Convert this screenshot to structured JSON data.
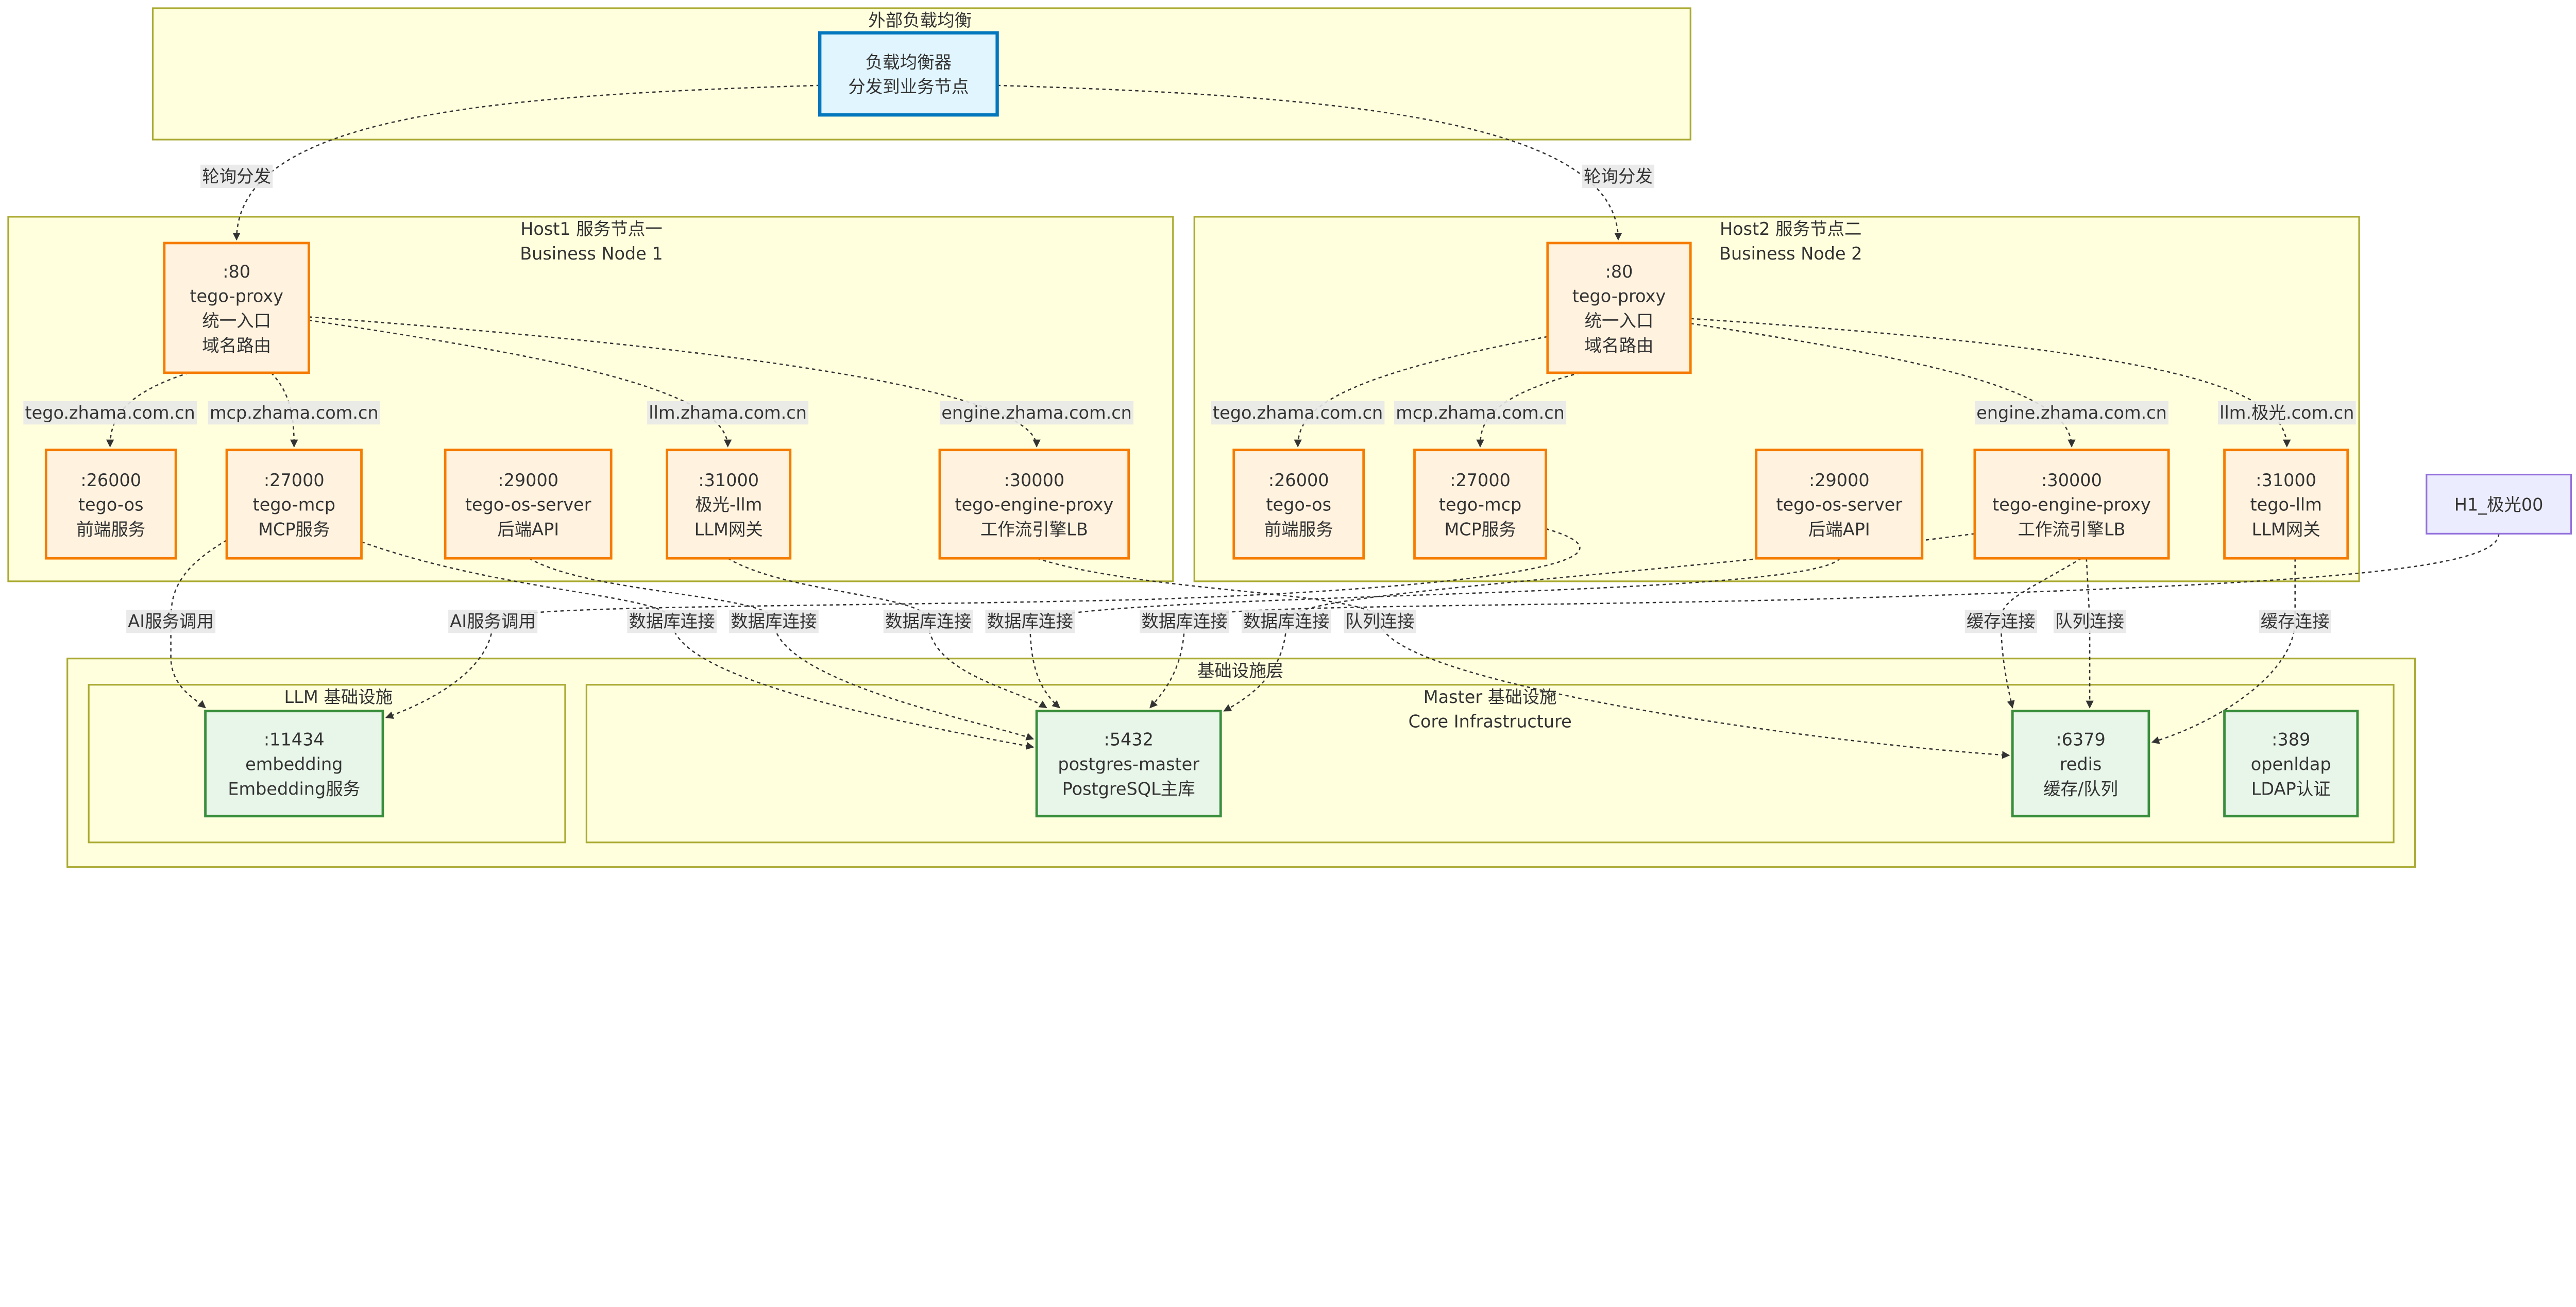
{
  "colors": {
    "cluster_fill": "#ffffde",
    "cluster_stroke": "#aaaa33",
    "lb_fill": "#e1f5fe",
    "lb_stroke": "#0277bd",
    "service_fill": "#fff3e0",
    "service_stroke": "#f57c00",
    "infra_fill": "#e8f5e9",
    "infra_stroke": "#388e3c",
    "plain_fill": "#ececff",
    "plain_stroke": "#9370db",
    "edge_label_bg": "#e8e8e8"
  },
  "clusters": {
    "external_lb": {
      "title": "外部负载均衡"
    },
    "host1": {
      "title": "Host1 服务节点一",
      "subtitle": "Business Node 1"
    },
    "host2": {
      "title": "Host2 服务节点二",
      "subtitle": "Business Node 2"
    },
    "infra": {
      "title": "基础设施层"
    },
    "llm_infra": {
      "title": "LLM 基础设施"
    },
    "master_infra": {
      "title": "Master 基础设施",
      "subtitle": "Core Infrastructure"
    }
  },
  "nodes": [
    {
      "id": "lb",
      "style": "lb",
      "lines": [
        "负载均衡器",
        "分发到业务节点"
      ]
    },
    {
      "id": "h1_proxy",
      "style": "service",
      "lines": [
        ":80",
        "tego-proxy",
        "统一入口",
        "域名路由"
      ]
    },
    {
      "id": "h1_os",
      "style": "service",
      "lines": [
        ":26000",
        "tego-os",
        "前端服务"
      ]
    },
    {
      "id": "h1_mcp",
      "style": "service",
      "lines": [
        ":27000",
        "tego-mcp",
        "MCP服务"
      ]
    },
    {
      "id": "h1_server",
      "style": "service",
      "lines": [
        ":29000",
        "tego-os-server",
        "后端API"
      ]
    },
    {
      "id": "h1_llm",
      "style": "service",
      "lines": [
        ":31000",
        "极光-llm",
        "LLM网关"
      ]
    },
    {
      "id": "h1_engine",
      "style": "service",
      "lines": [
        ":30000",
        "tego-engine-proxy",
        "工作流引擎LB"
      ]
    },
    {
      "id": "h2_proxy",
      "style": "service",
      "lines": [
        ":80",
        "tego-proxy",
        "统一入口",
        "域名路由"
      ]
    },
    {
      "id": "h2_os",
      "style": "service",
      "lines": [
        ":26000",
        "tego-os",
        "前端服务"
      ]
    },
    {
      "id": "h2_mcp",
      "style": "service",
      "lines": [
        ":27000",
        "tego-mcp",
        "MCP服务"
      ]
    },
    {
      "id": "h2_server",
      "style": "service",
      "lines": [
        ":29000",
        "tego-os-server",
        "后端API"
      ]
    },
    {
      "id": "h2_engine",
      "style": "service",
      "lines": [
        ":30000",
        "tego-engine-proxy",
        "工作流引擎LB"
      ]
    },
    {
      "id": "h2_llm",
      "style": "service",
      "lines": [
        ":31000",
        "tego-llm",
        "LLM网关"
      ]
    },
    {
      "id": "h1_jiguang",
      "style": "plain",
      "lines": [
        "H1_极光00"
      ]
    },
    {
      "id": "embedding",
      "style": "infra",
      "lines": [
        ":11434",
        "embedding",
        "Embedding服务"
      ]
    },
    {
      "id": "postgres",
      "style": "infra",
      "lines": [
        ":5432",
        "postgres-master",
        "PostgreSQL主库"
      ]
    },
    {
      "id": "redis",
      "style": "infra",
      "lines": [
        ":6379",
        "redis",
        "缓存/队列"
      ]
    },
    {
      "id": "openldap",
      "style": "infra",
      "lines": [
        ":389",
        "openldap",
        "LDAP认证"
      ]
    }
  ],
  "edges": [
    {
      "from": "lb",
      "to": "h1_proxy",
      "label": "轮询分发"
    },
    {
      "from": "lb",
      "to": "h2_proxy",
      "label": "轮询分发"
    },
    {
      "from": "h1_proxy",
      "to": "h1_os",
      "label": "tego.zhama.com.cn"
    },
    {
      "from": "h1_proxy",
      "to": "h1_mcp",
      "label": "mcp.zhama.com.cn"
    },
    {
      "from": "h1_proxy",
      "to": "h1_llm",
      "label": "llm.zhama.com.cn"
    },
    {
      "from": "h1_proxy",
      "to": "h1_engine",
      "label": "engine.zhama.com.cn"
    },
    {
      "from": "h2_proxy",
      "to": "h2_os",
      "label": "tego.zhama.com.cn"
    },
    {
      "from": "h2_proxy",
      "to": "h2_mcp",
      "label": "mcp.zhama.com.cn"
    },
    {
      "from": "h2_proxy",
      "to": "h2_engine",
      "label": "engine.zhama.com.cn"
    },
    {
      "from": "h2_proxy",
      "to": "h2_llm",
      "label": "llm.极光.com.cn"
    },
    {
      "from": "h1_mcp",
      "to": "embedding",
      "label": "AI服务调用"
    },
    {
      "from": "h2_mcp",
      "to": "embedding",
      "label": "AI服务调用"
    },
    {
      "from": "h1_mcp",
      "to": "postgres",
      "label": "数据库连接"
    },
    {
      "from": "h1_server",
      "to": "postgres",
      "label": "数据库连接"
    },
    {
      "from": "h1_llm",
      "to": "postgres",
      "label": "数据库连接"
    },
    {
      "from": "h2_server",
      "to": "postgres",
      "label": "数据库连接"
    },
    {
      "from": "h1_jiguang",
      "to": "postgres",
      "label": "数据库连接"
    },
    {
      "from": "h2_engine",
      "to": "postgres",
      "label": "数据库连接"
    },
    {
      "from": "h1_engine",
      "to": "redis",
      "label": "队列连接"
    },
    {
      "from": "h2_engine",
      "to": "redis",
      "label": "缓存连接"
    },
    {
      "from": "h2_engine",
      "to": "redis",
      "label": "队列连接"
    },
    {
      "from": "h2_llm",
      "to": "redis",
      "label": "缓存连接"
    }
  ]
}
